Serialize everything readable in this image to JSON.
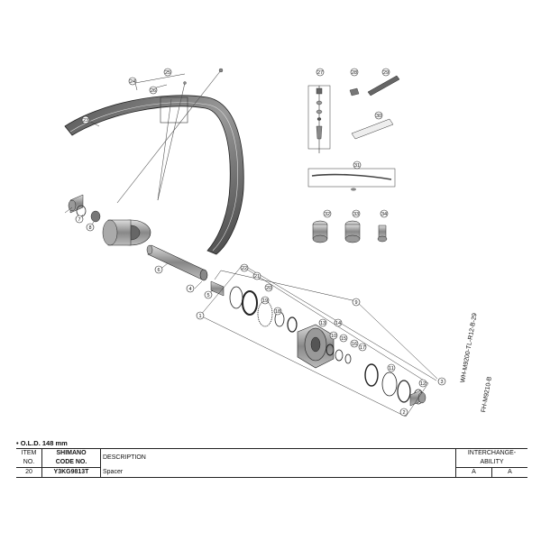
{
  "callouts": [
    "23",
    "24",
    "25",
    "26",
    "27",
    "28",
    "29",
    "30",
    "31",
    "32",
    "33",
    "34",
    "1",
    "2",
    "3",
    "4",
    "5",
    "6",
    "7",
    "8",
    "9",
    "10",
    "11",
    "12",
    "13",
    "14",
    "15",
    "16",
    "17",
    "18",
    "19",
    "20",
    "21",
    "22"
  ],
  "models": {
    "left": "WH-M9200-TL-R12-B-29",
    "right": "FH-M9210-B"
  },
  "note": "• O.L.D. 148 mm",
  "table": {
    "item_label_1": "ITEM",
    "item_label_2": "NO.",
    "code_label_1": "SHIMANO",
    "code_label_2": "CODE NO.",
    "description_label": "DESCRIPTION",
    "interchange_label_1": "INTERCHANGE-",
    "interchange_label_2": "ABILITY",
    "row": {
      "item": "20",
      "code": "Y3KG9813T",
      "description": "Spacer",
      "ab1": "A",
      "ab2": "A"
    }
  }
}
